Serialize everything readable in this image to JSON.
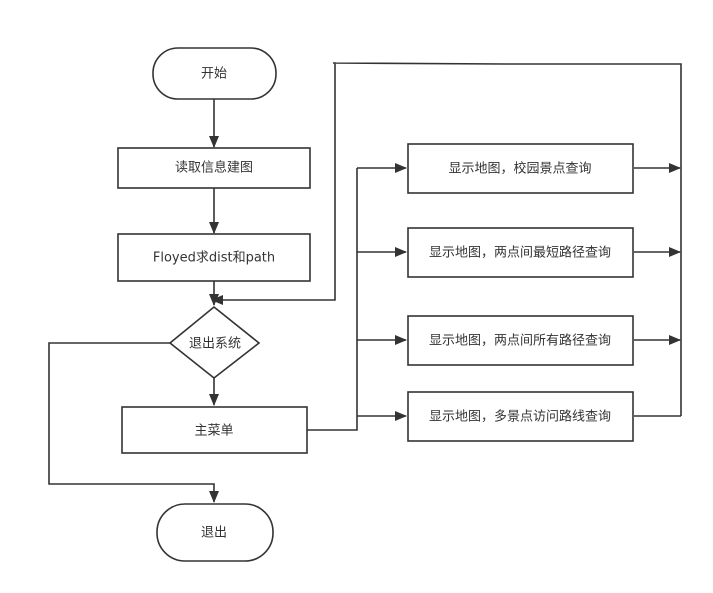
{
  "nodes": {
    "start": "开始",
    "read_info": "读取信息建图",
    "floyd": "Floyed求dist和path",
    "exit_decision": "退出系统",
    "main_menu": "主菜单",
    "exit": "退出",
    "option_1": "显示地图，校园景点查询",
    "option_2": "显示地图，两点间最短路径查询",
    "option_3": "显示地图，两点间所有路径查询",
    "option_4": "显示地图，多景点访问路线查询"
  }
}
